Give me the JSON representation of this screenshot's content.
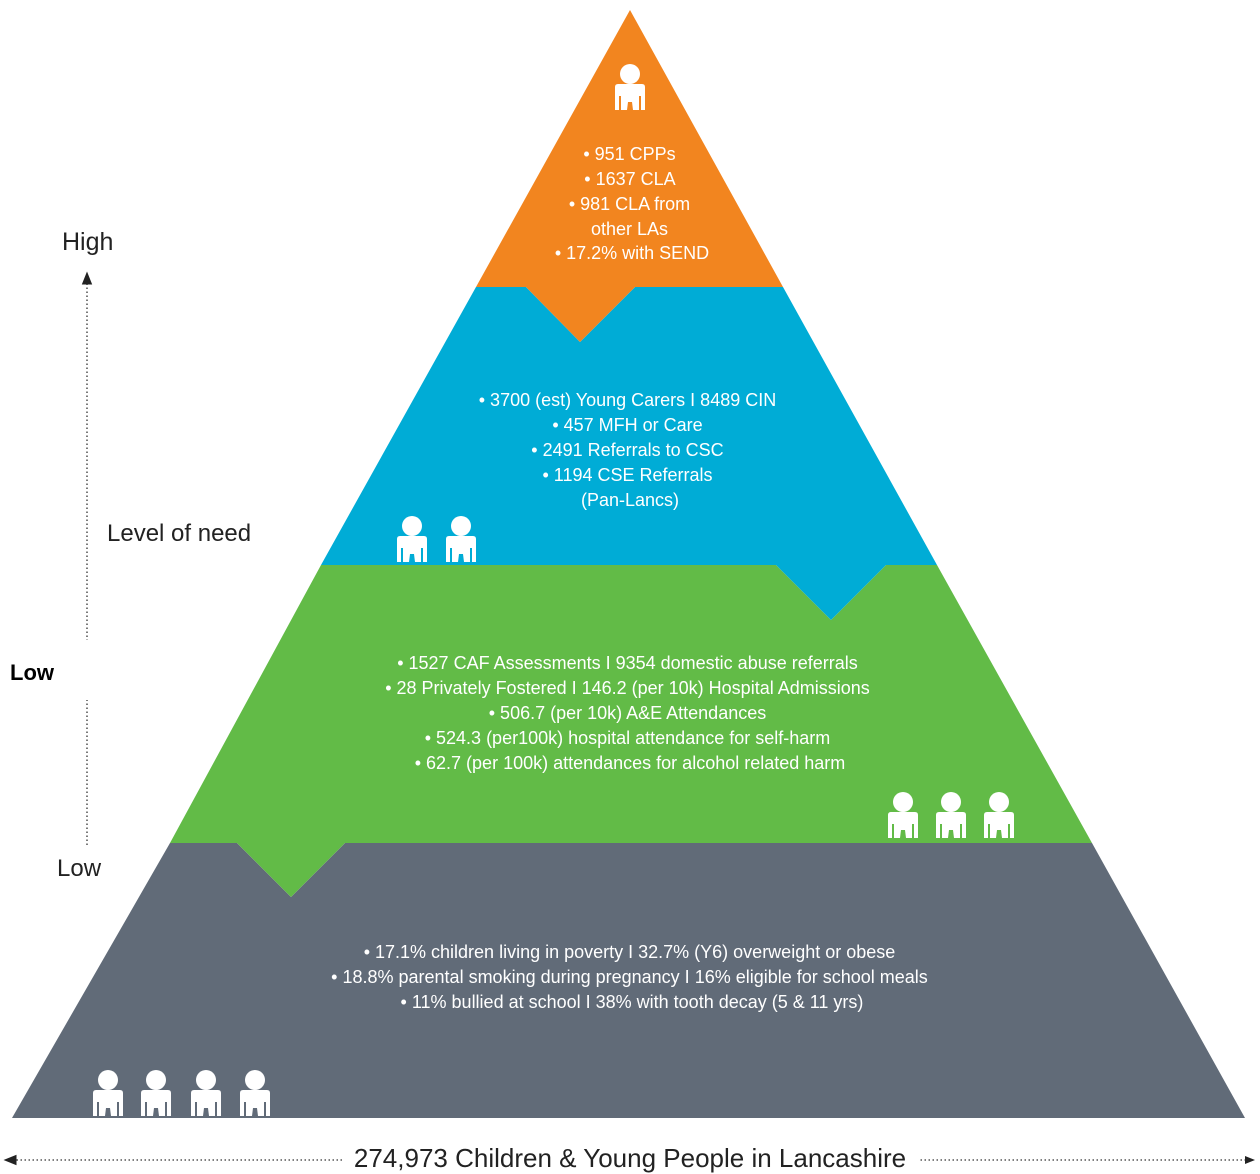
{
  "axis": {
    "high_label": "High",
    "level_label": "Level of need",
    "low_bold_label": "Low",
    "low_label": "Low",
    "population_label": "274,973 Children & Young People in Lancashire"
  },
  "tiers": [
    {
      "id": "top",
      "color": "#f2851f",
      "icon": "person-icon",
      "icon_count": 1,
      "lines": [
        "• 951 CPPs",
        "• 1637 CLA",
        "• 981 CLA from",
        "other LAs",
        "• 17.2% with SEND"
      ]
    },
    {
      "id": "upper-middle",
      "color": "#00acd6",
      "icon": "person-icon",
      "icon_count": 2,
      "lines": [
        "• 3700 (est) Young Carers I 8489 CIN",
        "• 457 MFH or Care",
        "• 2491 Referrals to CSC",
        "• 1194 CSE Referrals",
        "(Pan-Lancs)"
      ]
    },
    {
      "id": "lower-middle",
      "color": "#62bb47",
      "icon": "person-icon",
      "icon_count": 3,
      "lines": [
        "• 1527 CAF Assessments I 9354 domestic abuse referrals",
        "• 28 Privately Fostered I 146.2 (per 10k) Hospital Admissions",
        "• 506.7 (per 10k) A&E Attendances",
        "• 524.3 (per100k) hospital attendance for self-harm",
        "• 62.7 (per 100k) attendances for alcohol related harm"
      ]
    },
    {
      "id": "base",
      "color": "#616b78",
      "icon": "person-icon",
      "icon_count": 4,
      "lines": [
        "• 17.1% children living in poverty I 32.7% (Y6) overweight or obese",
        "• 18.8% parental smoking during pregnancy I 16% eligible for school meals",
        "• 11% bullied at school I 38% with tooth decay (5 & 11 yrs)"
      ]
    }
  ]
}
